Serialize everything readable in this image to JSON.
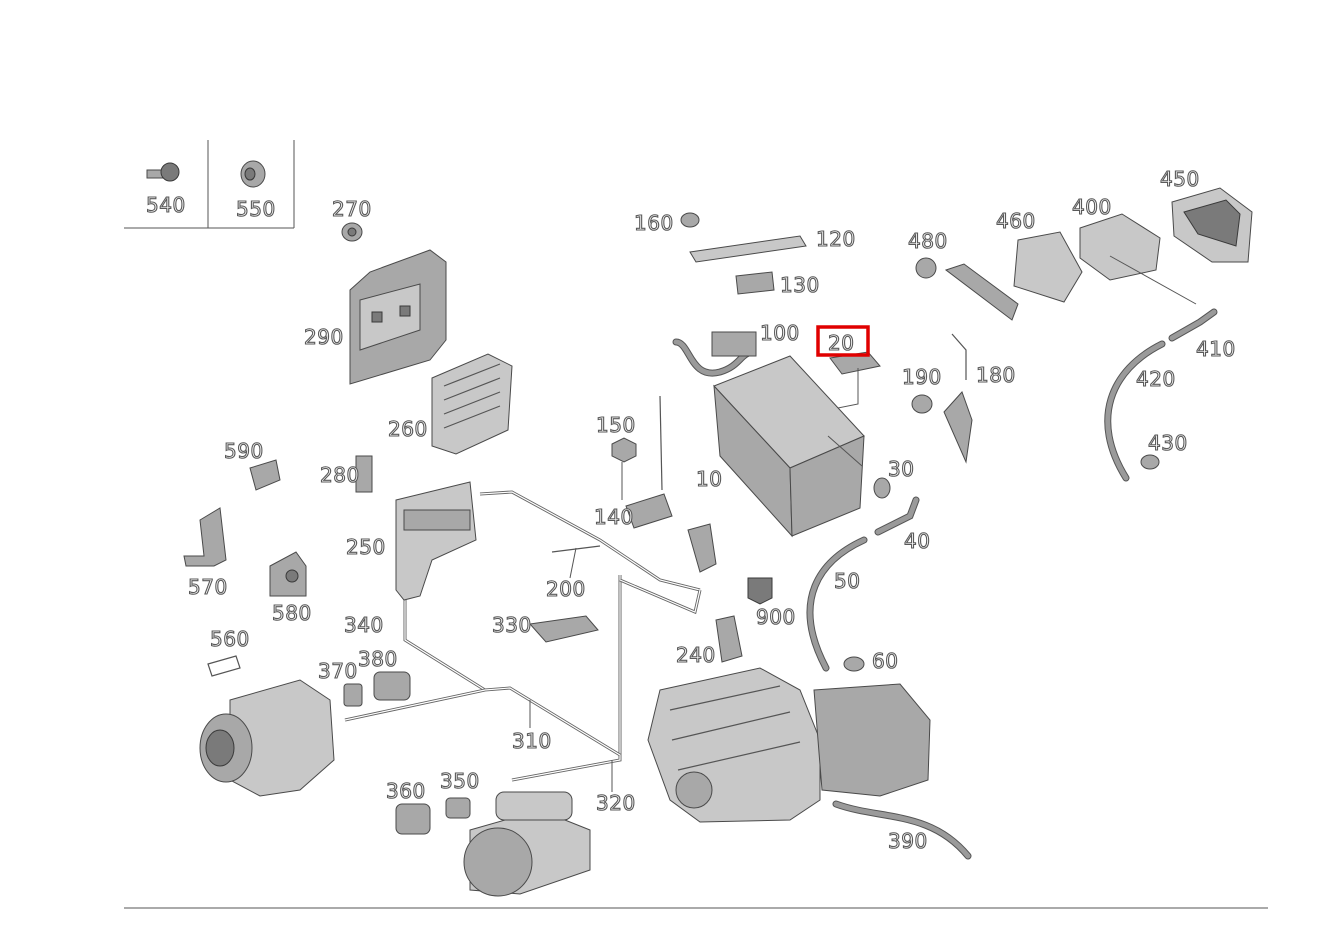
{
  "diagram": {
    "labels": {
      "l10": "10",
      "l20": "20",
      "l30": "30",
      "l40": "40",
      "l50": "50",
      "l60": "60",
      "l100": "100",
      "l120": "120",
      "l130": "130",
      "l140": "140",
      "l150": "150",
      "l160": "160",
      "l180": "180",
      "l190": "190",
      "l200": "200",
      "l240": "240",
      "l250": "250",
      "l260": "260",
      "l270": "270",
      "l280": "280",
      "l290": "290",
      "l310": "310",
      "l320": "320",
      "l330": "330",
      "l340": "340",
      "l350": "350",
      "l360": "360",
      "l370": "370",
      "l380": "380",
      "l390": "390",
      "l400": "400",
      "l410": "410",
      "l420": "420",
      "l430": "430",
      "l450": "450",
      "l460": "460",
      "l480": "480",
      "l540": "540",
      "l550": "550",
      "l560": "560",
      "l570": "570",
      "l580": "580",
      "l590": "590",
      "l900": "900"
    },
    "highlighted_label": "20",
    "highlight_color": "#e00000"
  }
}
